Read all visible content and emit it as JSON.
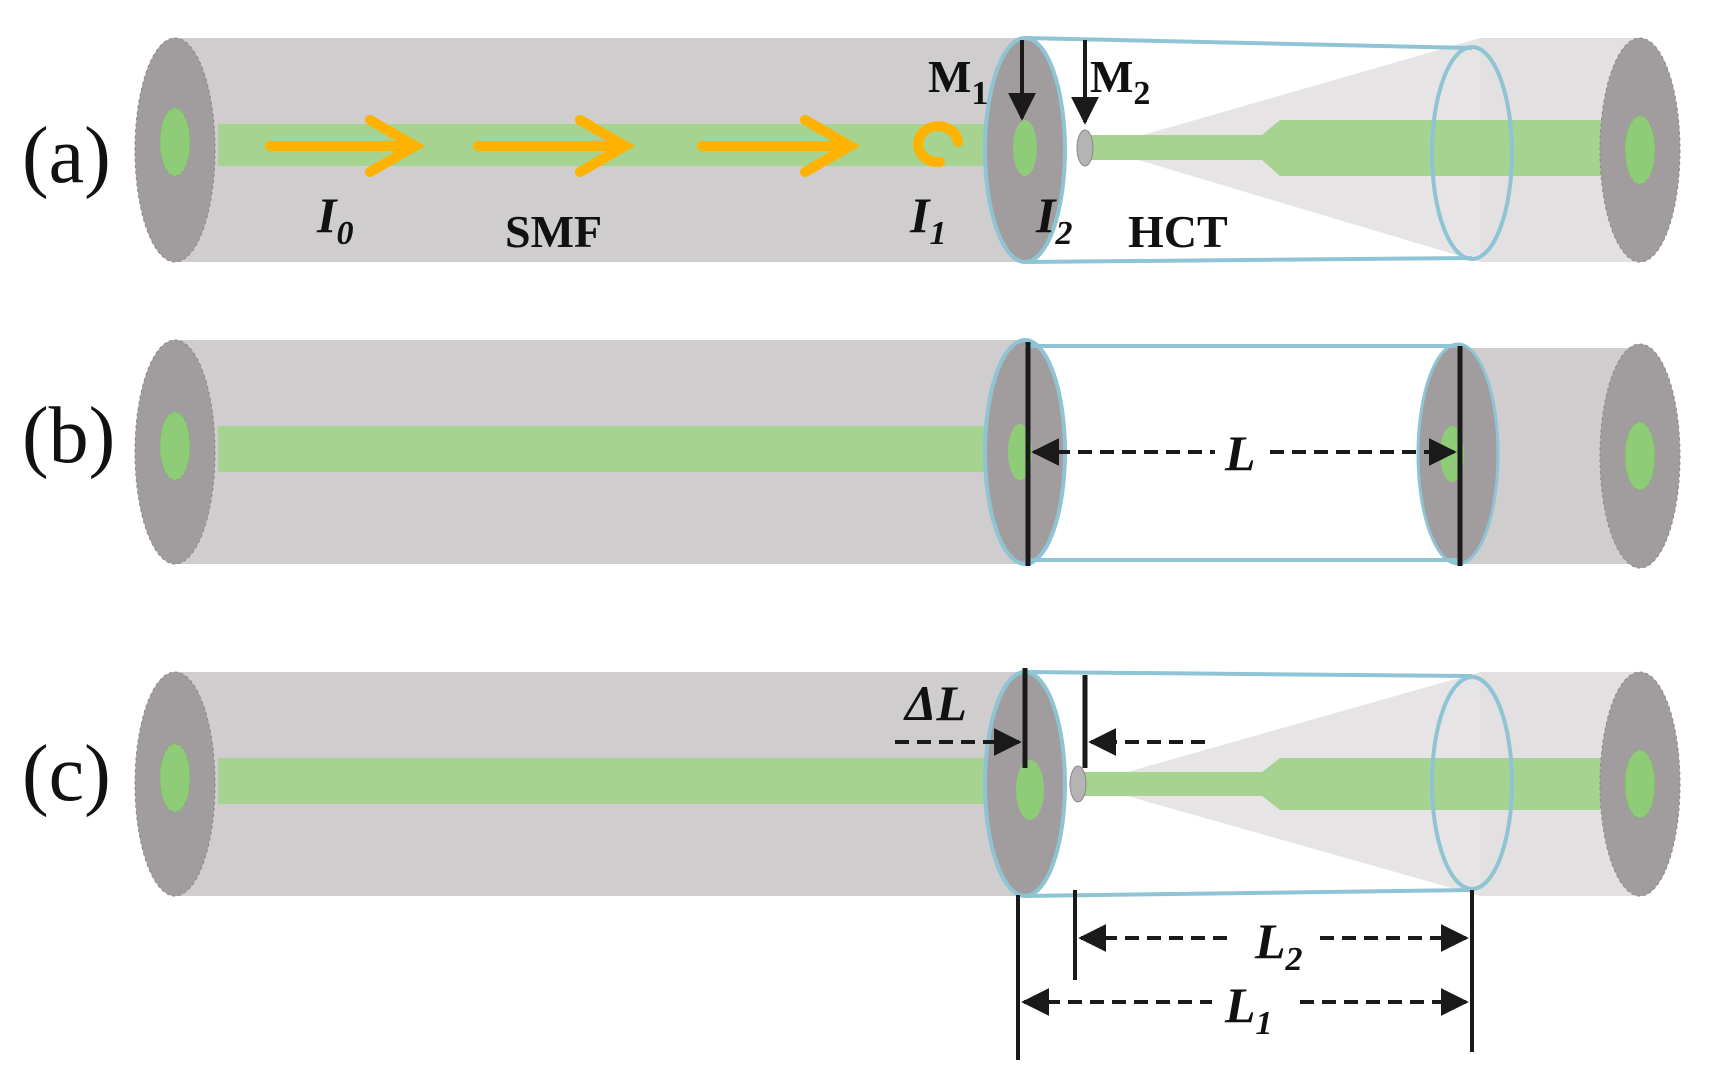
{
  "panels": {
    "a": {
      "label": "(a)"
    },
    "b": {
      "label": "(b)"
    },
    "c": {
      "label": "(c)"
    }
  },
  "labels": {
    "I0_main": "I",
    "I0_sub": "0",
    "I1_main": "I",
    "I1_sub": "1",
    "I2_main": "I",
    "I2_sub": "2",
    "M1_main": "M",
    "M1_sub": "1",
    "M2_main": "M",
    "M2_sub": "2",
    "smf": "SMF",
    "hct": "HCT",
    "L": "L",
    "delta_L": "ΔL",
    "L1_main": "L",
    "L1_sub": "1",
    "L2_main": "L",
    "L2_sub": "2"
  },
  "colors": {
    "fiber_body": "#cfcdce",
    "fiber_end": "#a19d9e",
    "core": "#a6d38f",
    "core_end": "#8fcc77",
    "hct_outline": "#8ec4d3",
    "arrow": "#ffb300",
    "line": "#1a1a1a"
  }
}
